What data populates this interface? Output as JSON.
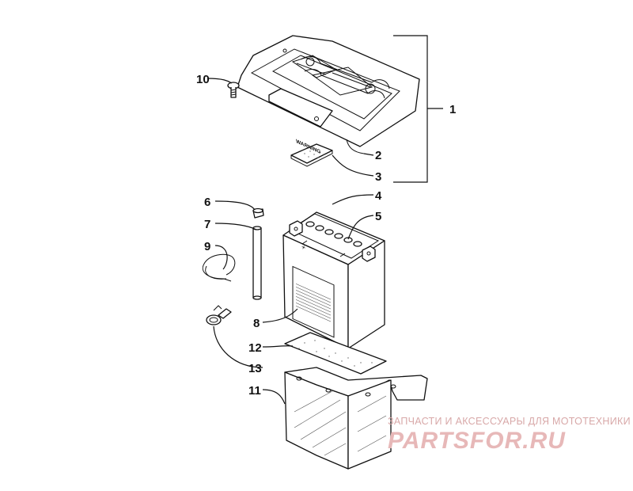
{
  "callouts": [
    {
      "id": "1",
      "text": "1"
    },
    {
      "id": "2",
      "text": "2"
    },
    {
      "id": "3",
      "text": "3"
    },
    {
      "id": "4",
      "text": "4"
    },
    {
      "id": "5",
      "text": "5"
    },
    {
      "id": "6",
      "text": "6"
    },
    {
      "id": "7",
      "text": "7"
    },
    {
      "id": "8",
      "text": "8"
    },
    {
      "id": "9",
      "text": "9"
    },
    {
      "id": "10",
      "text": "10"
    },
    {
      "id": "11",
      "text": "11"
    },
    {
      "id": "12",
      "text": "12"
    },
    {
      "id": "13",
      "text": "13"
    }
  ],
  "battery": {
    "warning_label": "WARNING"
  },
  "watermark": {
    "subtitle": "ЗАПЧАСТИ И АКСЕССУАРЫ ДЛЯ МОТОТЕХНИКИ",
    "logo": "PARTSFOR.RU"
  }
}
